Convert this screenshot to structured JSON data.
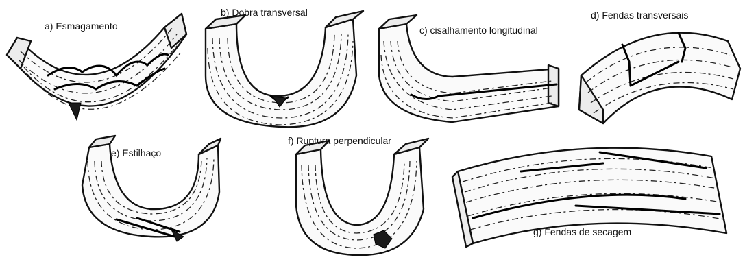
{
  "figure": {
    "panels": [
      {
        "id": "a",
        "label": "a) Esmagamento"
      },
      {
        "id": "b",
        "label": "b) Dobra transversal"
      },
      {
        "id": "c",
        "label": "c) cisalhamento longitudinal"
      },
      {
        "id": "d",
        "label": "d) Fendas transversais"
      },
      {
        "id": "e",
        "label": "e) Estilhaço"
      },
      {
        "id": "f",
        "label": "f) Ruptura perpendicular"
      },
      {
        "id": "g",
        "label": "g) Fendas de secagem"
      }
    ]
  },
  "colors": {
    "ink": "#111111",
    "background": "#ffffff",
    "end_grain": "#ececec"
  }
}
